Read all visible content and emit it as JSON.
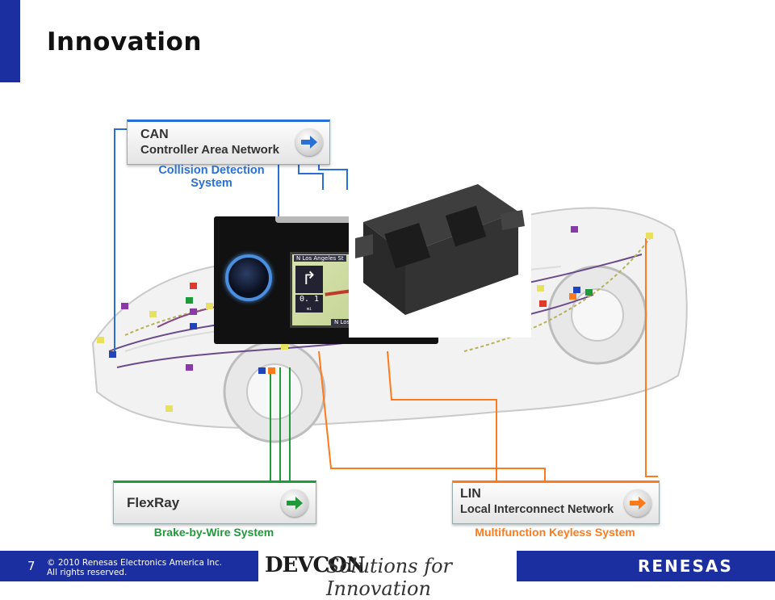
{
  "slide": {
    "title": "Innovation"
  },
  "can": {
    "line1": "CAN",
    "line2": "Controller Area Network",
    "system_line1": "Collision Detection",
    "system_line2": "System"
  },
  "flexray": {
    "label": "FlexRay",
    "system": "Brake-by-Wire System"
  },
  "lin": {
    "line1": "LIN",
    "line2": "Local Interconnect Network",
    "system": "Multifunction Keyless System"
  },
  "head_unit": {
    "street": "N Los Angeles St",
    "distance": "0. 1",
    "unit": "mi",
    "bottom_street": "N Los A"
  },
  "footer": {
    "page_number": "7",
    "copyright_line1": "© 2010 Renesas Electronics America Inc.",
    "copyright_line2": "All rights reserved.",
    "event_logo": "DEVCON",
    "tagline": "Solutions for Innovation",
    "brand_logo": "RENESAS"
  },
  "colors": {
    "accent_blue": "#1c2fa0",
    "can_blue": "#2a6fd6",
    "flexray_green": "#1f9a3a",
    "lin_orange": "#ff7a1a"
  }
}
